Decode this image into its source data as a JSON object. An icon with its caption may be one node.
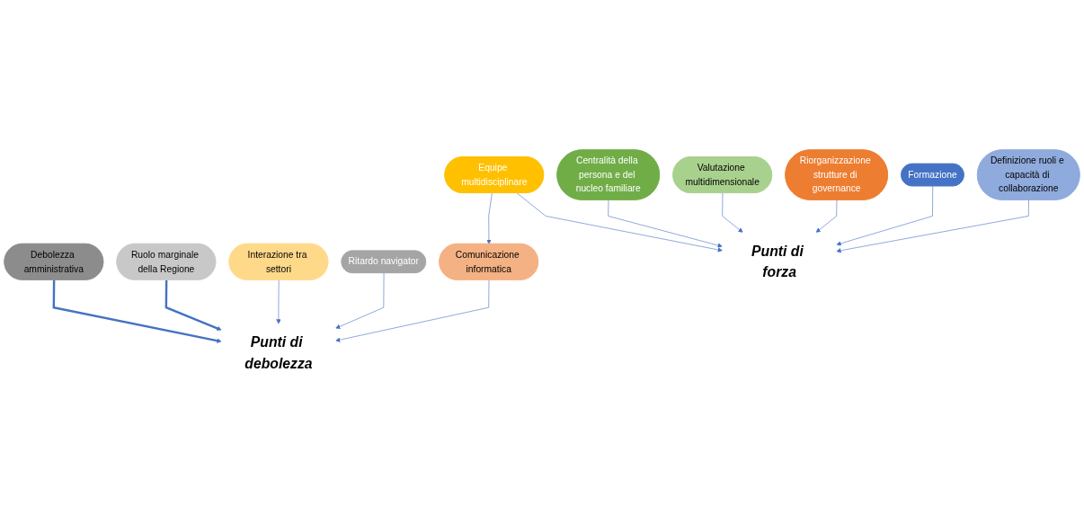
{
  "diagram": {
    "nodes": [
      {
        "text": [
          "Debolezza amministrativa"
        ]
      },
      {
        "text": [
          "Centralità della persona e del nucleo familiare"
        ]
      },
      {
        "text": [
          "Valutazione multidimensionale"
        ]
      },
      {
        "text": [
          "Interazione tra settori"
        ]
      },
      {
        "text": [
          "Punti di forza"
        ]
      },
      {
        "text": [
          "Ruolo marginale della Regione"
        ]
      },
      {
        "text": [
          "Riorganizzazione strutture di governance"
        ]
      },
      {
        "text": [
          "Equipe multidisciplinare"
        ]
      },
      {
        "text": [
          "Punti di debolezza"
        ]
      },
      {
        "text": [
          "Formazione"
        ]
      },
      {
        "text": [
          "Ritardo navigator"
        ]
      },
      {
        "text": [
          "Comunicazione informatica"
        ]
      },
      {
        "text": [
          "Definizione ruoli e capacità di collaborazione"
        ]
      }
    ],
    "edges": [
      {
        "from": 0,
        "to": 8,
        "arrow": "to",
        "style": "thick"
      },
      {
        "from": 5,
        "to": 8,
        "arrow": "to",
        "style": "thick"
      },
      {
        "from": 3,
        "to": 8,
        "arrow": "to"
      },
      {
        "from": 10,
        "to": 8,
        "arrow": "to"
      },
      {
        "from": 11,
        "to": 8,
        "arrow": "to"
      },
      {
        "from": 7,
        "to": 11,
        "arrow": "to"
      },
      {
        "from": 7,
        "to": 4,
        "arrow": "to"
      },
      {
        "from": 1,
        "to": 4,
        "arrow": "to"
      },
      {
        "from": 2,
        "to": 4,
        "arrow": "to"
      },
      {
        "from": 6,
        "to": 4,
        "arrow": "to"
      },
      {
        "from": 9,
        "to": 4,
        "arrow": "to"
      },
      {
        "from": 12,
        "to": 4,
        "arrow": "to"
      }
    ]
  }
}
